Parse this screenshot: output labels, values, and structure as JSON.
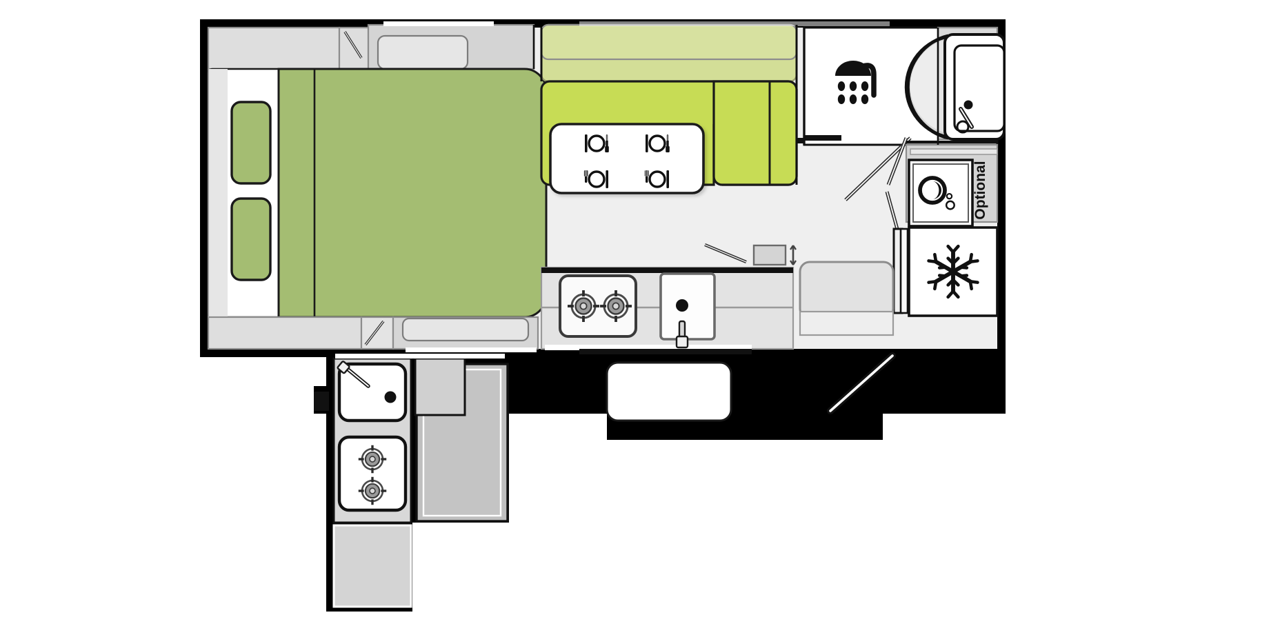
{
  "diagram": {
    "type": "caravan-floorplan",
    "title": "Caravan Floorplan",
    "orientation": "top-down plan view",
    "palette": {
      "wall": "#000000",
      "cabinet_fill": "#d9d9d9",
      "cabinet_fill_light": "#e8e8e8",
      "floor": "#efefef",
      "bed_green": "#a4bd72",
      "lounge_green": "#c7dc55",
      "lounge_green_light": "#d3de97",
      "white": "#ffffff",
      "outline": "#1a1a1a",
      "mid_gray": "#bfbfbf",
      "icon_black": "#111111"
    }
  },
  "labels": {
    "optional": "Optional"
  },
  "zones": [
    {
      "id": "bedroom",
      "name": "Bedroom",
      "items": [
        {
          "id": "bed",
          "name": "Island bed",
          "color": "#a4bd72"
        },
        {
          "id": "pillow-upper",
          "name": "Pillow (upper)",
          "color": "#a4bd72"
        },
        {
          "id": "pillow-lower",
          "name": "Pillow (lower)",
          "color": "#a4bd72"
        },
        {
          "id": "overhead-locker-front",
          "name": "Front overhead locker",
          "color": "#d9d9d9"
        },
        {
          "id": "bedside-robe",
          "name": "Side wardrobe",
          "color": "#d9d9d9"
        }
      ]
    },
    {
      "id": "dinette",
      "name": "Dinette / Lounge",
      "items": [
        {
          "id": "lounge-seat-back",
          "name": "Lounge backrest",
          "color": "#d3de97"
        },
        {
          "id": "lounge-seat",
          "name": "L-shaped lounge seat",
          "color": "#c7dc55"
        },
        {
          "id": "dinette-table",
          "name": "Dinette table",
          "color": "#ffffff",
          "settings": 4
        }
      ]
    },
    {
      "id": "kitchen",
      "name": "Kitchen",
      "items": [
        {
          "id": "cooktop",
          "name": "Cooktop",
          "burners": 2
        },
        {
          "id": "kitchen-sink",
          "name": "Kitchen sink",
          "color": "#ffffff"
        },
        {
          "id": "kitchen-bench",
          "name": "Kitchen bench",
          "color": "#e3e3e3"
        },
        {
          "id": "microwave",
          "name": "Microwave / overhead",
          "color": "#d9d9d9"
        }
      ]
    },
    {
      "id": "bathroom",
      "name": "Bathroom",
      "items": [
        {
          "id": "shower",
          "name": "Shower",
          "icon": "shower-icon"
        },
        {
          "id": "vanity-basin",
          "name": "Vanity basin with tap",
          "color": "#ffffff"
        },
        {
          "id": "bathroom-door",
          "name": "Bathroom door swing"
        }
      ]
    },
    {
      "id": "services",
      "name": "Appliances",
      "items": [
        {
          "id": "washing-machine",
          "name": "Washing machine",
          "icon": "washing-machine-icon",
          "label": "Optional"
        },
        {
          "id": "fridge",
          "name": "Refrigerator",
          "icon": "snowflake-icon"
        },
        {
          "id": "entry-door",
          "name": "Entry door"
        }
      ]
    },
    {
      "id": "outdoor-kitchen",
      "name": "Outdoor kitchen",
      "items": [
        {
          "id": "outdoor-sink",
          "name": "Outdoor sink with tap",
          "color": "#ffffff"
        },
        {
          "id": "outdoor-cooktop",
          "name": "Outdoor cooktop",
          "burners": 2
        },
        {
          "id": "slide-out-tray",
          "name": "Slide-out tray",
          "color": "#bfbfbf"
        },
        {
          "id": "storage-box",
          "name": "Storage box",
          "color": "#d4d4d4"
        },
        {
          "id": "storage-hatch",
          "name": "External storage hatch",
          "color": "#ffffff"
        }
      ]
    }
  ],
  "icons": {
    "place_setting": "plate-knife-fork-icon",
    "shower": "shower-head-icon",
    "snowflake": "snowflake-icon",
    "washer": "washing-machine-drum-icon",
    "burner": "gas-burner-icon",
    "tap": "tap-icon",
    "drain": "drain-icon"
  }
}
